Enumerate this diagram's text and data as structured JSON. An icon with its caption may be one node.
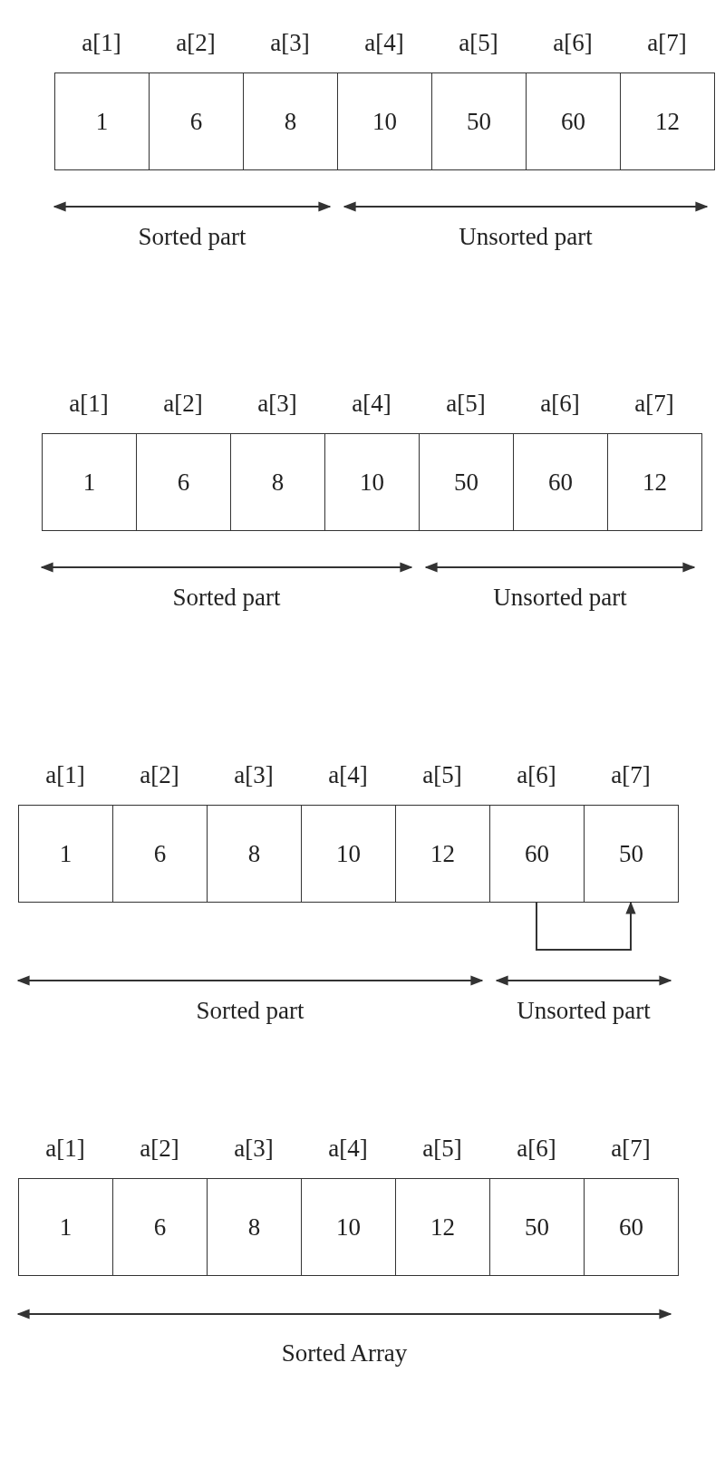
{
  "diagram": {
    "nodes": [
      {
        "text": [
          "1"
        ],
        "beside": [
          "a[1]"
        ]
      },
      {
        "text": [
          "6"
        ],
        "beside": [
          "a[2]"
        ]
      },
      {
        "text": [
          "8"
        ],
        "beside": [
          "a[3]"
        ]
      },
      {
        "text": [
          "10"
        ],
        "beside": [
          "a[4]"
        ]
      },
      {
        "text": [
          "50"
        ],
        "beside": [
          "a[5]"
        ]
      },
      {
        "text": [
          "60"
        ],
        "beside": [
          "a[6]"
        ]
      },
      {
        "text": [
          "12"
        ],
        "beside": [
          "a[7]"
        ]
      },
      {
        "text": [
          "1"
        ],
        "beside": [
          "a[1]"
        ]
      },
      {
        "text": [
          "6"
        ],
        "beside": [
          "a[2]"
        ]
      },
      {
        "text": [
          "8"
        ],
        "beside": [
          "a[3]"
        ]
      },
      {
        "text": [
          "10"
        ],
        "beside": [
          "a[4]"
        ]
      },
      {
        "text": [
          "50"
        ],
        "beside": [
          "a[5]"
        ]
      },
      {
        "text": [
          "60"
        ],
        "beside": [
          "a[6]"
        ]
      },
      {
        "text": [
          "12"
        ],
        "beside": [
          "a[7]"
        ]
      },
      {
        "text": [
          "1"
        ],
        "beside": [
          "a[1]"
        ]
      },
      {
        "text": [
          "6"
        ],
        "beside": [
          "a[2]"
        ]
      },
      {
        "text": [
          "8"
        ],
        "beside": [
          "a[3]"
        ]
      },
      {
        "text": [
          "10"
        ],
        "beside": [
          "a[4]"
        ]
      },
      {
        "text": [
          "12"
        ],
        "beside": [
          "a[5]"
        ]
      },
      {
        "text": [
          "60"
        ],
        "beside": [
          "a[6]"
        ]
      },
      {
        "text": [
          "50"
        ],
        "beside": [
          "a[7]"
        ]
      },
      {
        "text": [
          "1"
        ],
        "beside": [
          "a[1]"
        ]
      },
      {
        "text": [
          "6"
        ],
        "beside": [
          "a[2]"
        ]
      },
      {
        "text": [
          "8"
        ],
        "beside": [
          "a[3]"
        ]
      },
      {
        "text": [
          "10"
        ],
        "beside": [
          "a[4]"
        ]
      },
      {
        "text": [
          "12"
        ],
        "beside": [
          "a[5]"
        ]
      },
      {
        "text": [
          "50"
        ],
        "beside": [
          "a[6]"
        ]
      },
      {
        "text": [
          "60"
        ],
        "beside": [
          "a[7]"
        ]
      }
    ],
    "edges": [
      {
        "from": 19,
        "to": 20,
        "arrow": "to"
      }
    ],
    "labels": [
      "Sorted part",
      "Unsorted part",
      "Sorted part",
      "Unsorted part",
      "Sorted part",
      "Unsorted part",
      "Sorted Array"
    ]
  }
}
